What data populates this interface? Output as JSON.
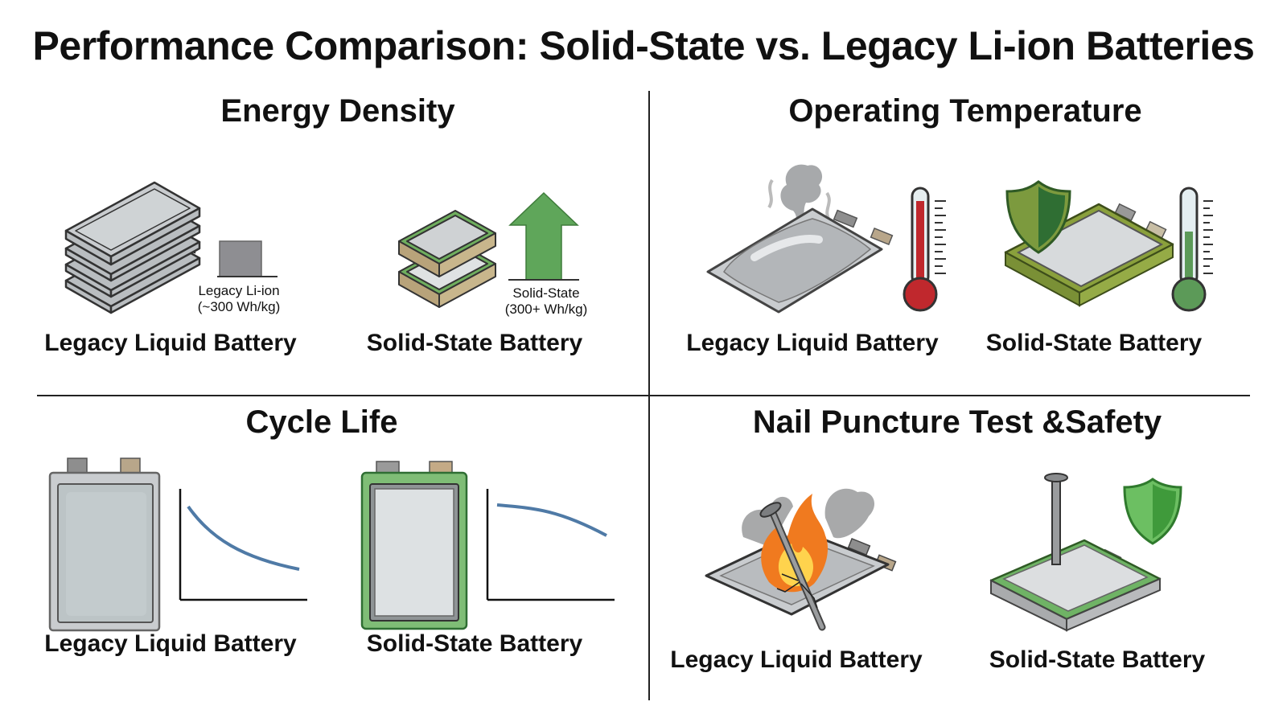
{
  "title": "Performance Comparison: Solid-State vs. Legacy Li-ion Batteries",
  "quadrants": {
    "energy_density": {
      "title": "Energy Density",
      "legacy": {
        "label": "Legacy Liquid Battery",
        "bar_label_line1": "Legacy Li-ion",
        "bar_label_line2": "(~300 Wh/kg)",
        "icon": "stacked-pouch-cells-icon"
      },
      "solid": {
        "label": "Solid-State Battery",
        "bar_label_line1": "Solid-State",
        "bar_label_line2": "(300+ Wh/kg)",
        "icon": "up-arrow-icon"
      }
    },
    "operating_temperature": {
      "title": "Operating Temperature",
      "legacy": {
        "label": "Legacy Liquid Battery",
        "icon": "swollen-pouch-smoke-icon",
        "thermometer": "high-red"
      },
      "solid": {
        "label": "Solid-State Battery",
        "icon": "shield-cell-icon",
        "thermometer": "mid-green"
      }
    },
    "cycle_life": {
      "title": "Cycle Life",
      "legacy": {
        "label": "Legacy Liquid Battery",
        "icon": "gray-cell-icon",
        "curve": "steep-decline"
      },
      "solid": {
        "label": "Solid-State Battery",
        "icon": "green-cell-icon",
        "curve": "gradual-decline"
      }
    },
    "nail_puncture": {
      "title": "Nail Puncture Test &Safety",
      "legacy": {
        "label": "Legacy Liquid Battery",
        "icon": "burning-pouch-nail-icon"
      },
      "solid": {
        "label": "Solid-State Battery",
        "icon": "nail-shield-cell-icon"
      }
    }
  },
  "colors": {
    "green": "#5fa65a",
    "dark_green": "#2f6e33",
    "olive": "#8aa03c",
    "red": "#c0282d",
    "gray": "#c9cccf",
    "tab_gray": "#8e8e8e",
    "tab_tan": "#b8a68a",
    "curve_blue": "#4f7aa6"
  }
}
